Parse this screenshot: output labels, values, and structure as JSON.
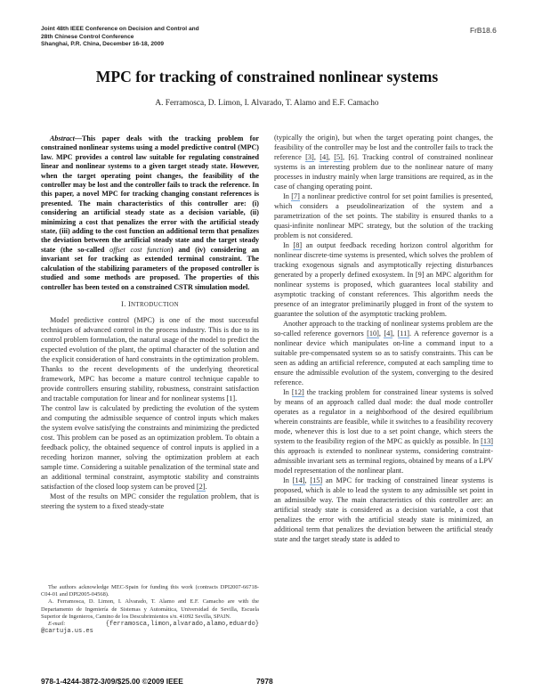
{
  "header": {
    "conference_lines": [
      "Joint 48th IEEE Conference on Decision and Control and",
      "28th Chinese Control Conference",
      "Shanghai, P.R. China, December 16-18, 2009"
    ],
    "session_id": "FrB18.6"
  },
  "title": "MPC for tracking of constrained nonlinear systems",
  "authors": "A. Ferramosca, D. Limon, I. Alvarado, T. Alamo and E.F. Camacho",
  "abstract": {
    "lead": "Abstract",
    "dash": "—",
    "part1": "This paper deals with the tracking problem for constrained nonlinear systems using a model predictive control (MPC) law. MPC provides a control law suitable for regulating constrained linear and nonlinear systems to a given target steady state. However, when the target operating point changes, the feasibility of the controller may be lost and the controller fails to track the reference. In this paper, a novel MPC for tracking changing constant references is presented. The main characteristics of this controller are: (i) considering an artificial steady state as a decision variable, (ii) minimizing a cost that penalizes the error with the artificial steady state, (iii) adding to the cost function an additional term that penalizes the deviation between the artificial steady state and the target steady state (the so-called ",
    "emph": "offset cost function",
    "part2": ") and (iv) considering an invariant set for tracking as extended terminal constraint. The calculation of the stabilizing parameters of the proposed controller is studied and some methods are proposed. The properties of this controller has been tested on a constrained CSTR simulation model."
  },
  "section1": {
    "numeral": "I.",
    "first_letter": "I",
    "rest": "NTRODUCTION"
  },
  "left_paragraphs": {
    "p1": "Model predictive control (MPC) is one of the most successful techniques of advanced control in the process industry. This is due to its control problem formulation, the natural usage of the model to predict the expected evolution of the plant, the optimal character of the solution and the explicit consideration of hard constraints in the optimization problem. Thanks to the recent developments of the underlying theoretical framework, MPC has become a mature control technique capable to provide controllers ensuring stability, robustness, constraint satisfaction and tractable computation for linear and for nonlinear systems [1].",
    "p2_a": "The control law is calculated by predicting the evolution of the system and computing the admissible sequence of control inputs which makes the system evolve satisfying the constraints and minimizing the predicted cost. This problem can be posed as an optimization problem. To obtain a feedback policy, the obtained sequence of control inputs is applied in a receding horizon manner, solving the optimization problem at each sample time. Considering a suitable penalization of the terminal state and an additional terminal constraint, asymptotic stability and constraints satisfaction of the closed loop system can be proved ",
    "p2_cite": "[2]",
    "p2_b": ".",
    "p3": "Most of the results on MPC consider the regulation problem, that is steering the system to a fixed steady-state"
  },
  "footnotes": {
    "f1": "The authors acknowledge MEC-Spain for funding this work (contracts DPI2007-66718-C04-01 and DPI2005-04568).",
    "f2": "A. Ferramosca, D. Limon, I. Alvarado, T. Alamo and E.F. Camacho are with the Departamento de Ingeniería de Sistemas y Automática, Universidad de Sevilla, Escuela Superior de Ingenieros, Camino de los Descubrimientos s/n. 41092 Sevilla, SPAIN.",
    "email_label": "E-mail:",
    "email_value": "{ferramosca,limon,alvarado,alamo,eduardo} @cartuja.us.es"
  },
  "right_paragraphs": {
    "p1_a": "(typically the origin), but when the target operating point changes, the feasibility of the controller may be lost and the controller fails to track the reference ",
    "p1_c3": "[3]",
    "p1_sep1": ", ",
    "p1_c4": "[4]",
    "p1_sep2": ", ",
    "p1_c5": "[5]",
    "p1_b": ", [6]. Tracking control of constrained nonlinear systems is an interesting problem due to the nonlinear nature of many processes in industry mainly when large transitions are required, as in the case of changing operating point.",
    "p2_pre": "In ",
    "p2_cite": "[7]",
    "p2_text": " a nonlinear predictive control for set point families is presented, which considers a pseudolinearization of the system and a parametrization of the set points. The stability is ensured thanks to a quasi-infinite nonlinear MPC strategy, but the solution of the tracking problem is not considered.",
    "p3_pre": "In ",
    "p3_cite": "[8]",
    "p3_text": " an output feedback receding horizon control algorithm for nonlinear discrete-time systems is presented, which solves the problem of tracking exogenous signals and asymptotically rejecting disturbances generated by a properly defined exosystem. In [9] an MPC algorithm for nonlinear systems is proposed, which guarantees local stability and asymptotic tracking of constant references. This algorithm needs the presence of an integrator preliminarily plugged in front of the system to guarantee the solution of the asymptotic tracking problem.",
    "p4_a": "Another approach to the tracking of nonlinear systems problem are the so-called reference governors ",
    "p4_c10": "[10]",
    "p4_sep1": ", ",
    "p4_c4": "[4]",
    "p4_sep2": ", ",
    "p4_c11": "[11]",
    "p4_b": ". A reference governor is a nonlinear device which manipulates on-line a command input to a suitable pre-compensated system so as to satisfy constraints. This can be seen as adding an artificial reference, computed at each sampling time to ensure the admissible evolution of the system, converging to the desired reference.",
    "p5_pre": "In ",
    "p5_cite": "[12]",
    "p5_a": " the tracking problem for constrained linear systems is solved by means of an approach called dual mode: the dual mode controller operates as a regulator in a neighborhood of the desired equilibrium wherein constraints are feasible, while it switches to a feasibility recovery mode, whenever this is lost due to a set point change, which steers the system to the feasibility region of the MPC as quickly as possible. In ",
    "p5_cite2": "[13]",
    "p5_b": " this approach is extended to nonlinear systems, considering constraint-admissible invariant sets as terminal regions, obtained by means of a LPV model representation of the nonlinear plant.",
    "p6_pre": "In ",
    "p6_c14": "[14]",
    "p6_sep": ", ",
    "p6_c15": "[15]",
    "p6_text": " an MPC for tracking of constrained linear systems is proposed, which is able to lead the system to any admissible set point in an admissible way. The main characteristics of this controller are: an artificial steady state is considered as a decision variable, a cost that penalizes the error with the artificial steady state is minimized, an additional term that penalizes the deviation between the artificial steady state and the target steady state is added to"
  },
  "footer": {
    "isbn": "978-1-4244-3872-3/09/$25.00 ©2009 IEEE",
    "page_number": "7978"
  },
  "colors": {
    "citation_underline": "#7aa7d9",
    "text": "#2a2a2a"
  }
}
